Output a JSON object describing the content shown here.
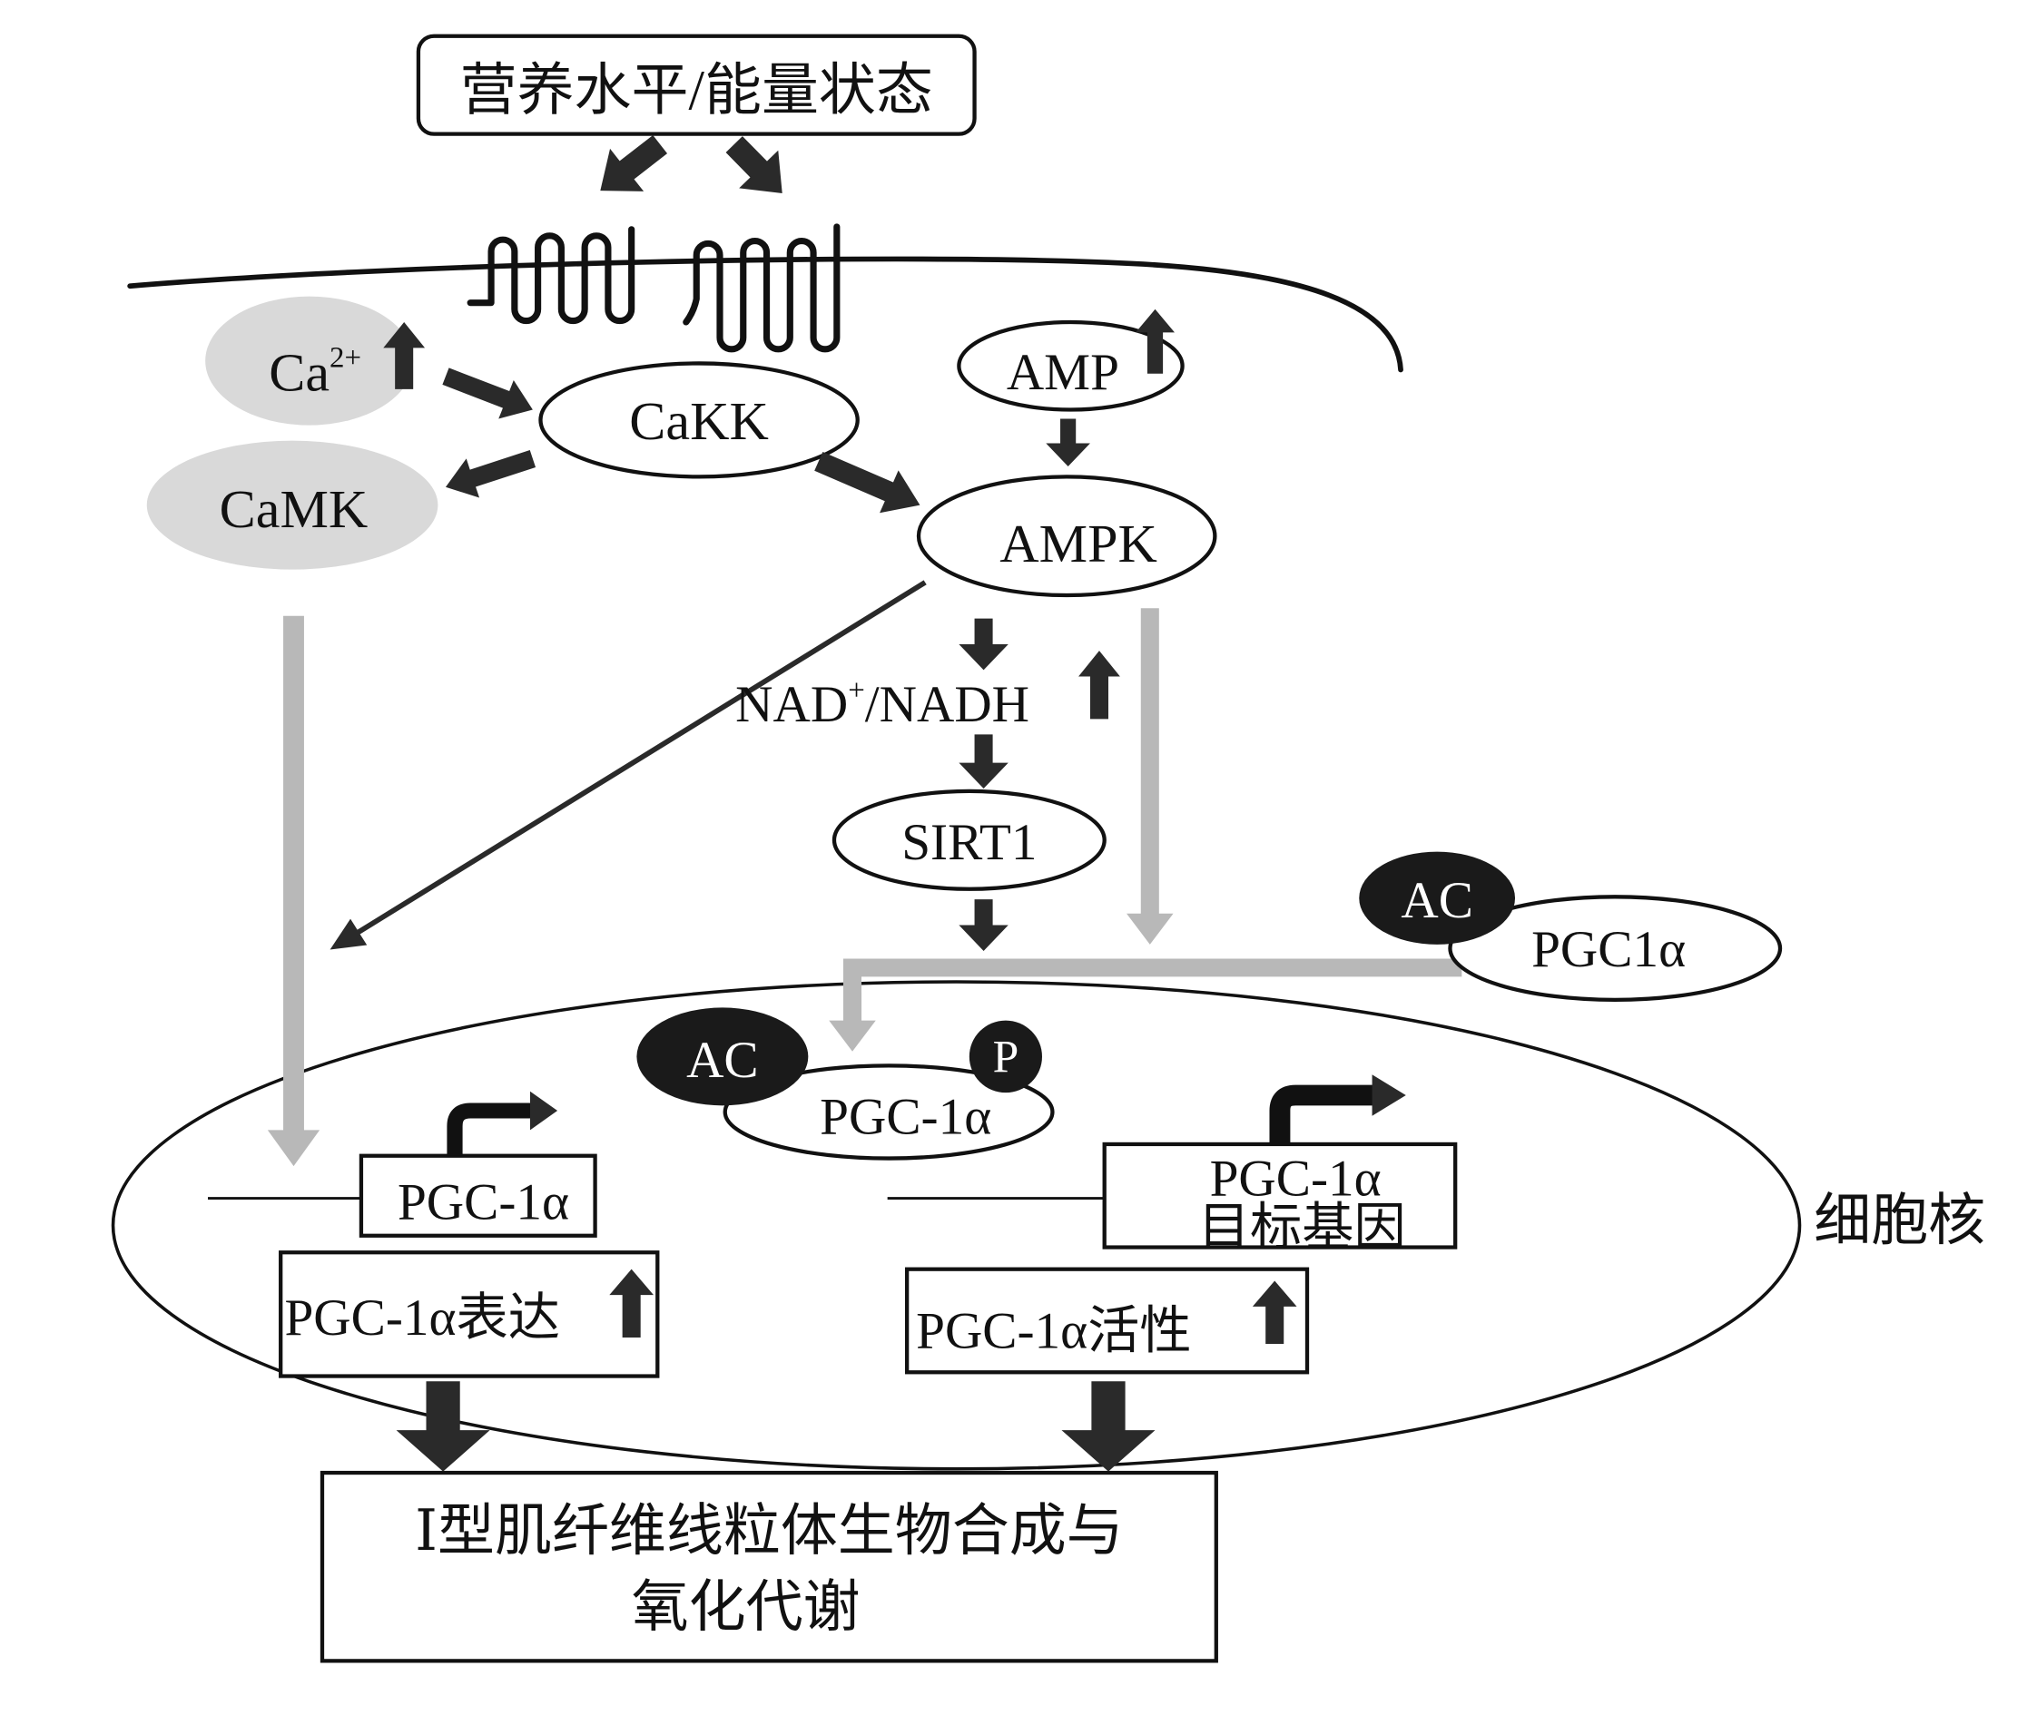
{
  "top_box": {
    "label": "营养水平/能量状态"
  },
  "nodes": {
    "ca": {
      "label": "Ca",
      "sup": "2+"
    },
    "camk": {
      "label": "CaMK"
    },
    "cakk": {
      "label": "CaKK"
    },
    "amp": {
      "label": "AMP"
    },
    "ampk": {
      "label": "AMPK"
    },
    "nad": {
      "label": "NAD",
      "sup": "+",
      "suffix": "/NADH"
    },
    "sirt1": {
      "label": "SIRT1"
    },
    "pgc1a_cyto": {
      "label": "PGC1α",
      "ac": "AC"
    },
    "pgc1a_nuc": {
      "label": "PGC-1α",
      "ac": "AC",
      "p": "P"
    }
  },
  "nucleus": {
    "label": "细胞核"
  },
  "genes": {
    "left": {
      "label": "PGC-1α"
    },
    "right": {
      "line1": "PGC-1α",
      "line2": "目标基因"
    }
  },
  "outcomes": {
    "expression": "PGC-1α表达",
    "activity": "PGC-1α活性"
  },
  "result": {
    "line1": "Ⅰ型肌纤维线粒体生物合成与",
    "line2": "氧化代谢"
  },
  "icons": {
    "increase": "up-arrow-icon",
    "receptor": "receptor-icon"
  },
  "colors": {
    "grey_node_fill": "#d9d9d9",
    "grey_arrow": "#b8b8b8",
    "dark_node_fill": "#1a1a1a",
    "arrow_fill": "#2a2a2a"
  }
}
